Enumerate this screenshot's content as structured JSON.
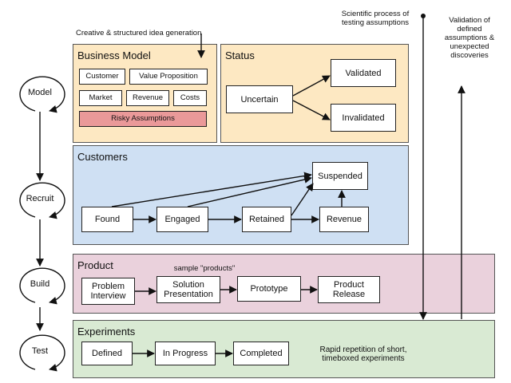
{
  "notes": {
    "idea_generation": "Creative & structured idea generation",
    "scientific_process": "Scientific process of testing assumptions",
    "validation": "Validation of defined assumptions & unexpected discoveries",
    "sample_products": "sample \"products\"",
    "rapid_repetition": "Rapid repetition of short, timeboxed experiments"
  },
  "stages": [
    "Model",
    "Recruit",
    "Build",
    "Test"
  ],
  "business_model": {
    "title": "Business Model",
    "customer": "Customer",
    "value_proposition": "Value Proposition",
    "market": "Market",
    "revenue": "Revenue",
    "costs": "Costs",
    "risky_assumptions": "Risky Assumptions"
  },
  "status": {
    "title": "Status",
    "uncertain": "Uncertain",
    "validated": "Validated",
    "invalidated": "Invalidated"
  },
  "customers": {
    "title": "Customers",
    "found": "Found",
    "engaged": "Engaged",
    "retained": "Retained",
    "revenue": "Revenue",
    "suspended": "Suspended"
  },
  "product": {
    "title": "Product",
    "problem_interview": "Problem Interview",
    "solution_presentation": "Solution Presentation",
    "prototype": "Prototype",
    "product_release": "Product Release"
  },
  "experiments": {
    "title": "Experiments",
    "defined": "Defined",
    "in_progress": "In Progress",
    "completed": "Completed"
  },
  "colors": {
    "business_model_bg": "#fde8c2",
    "customers_bg": "#cfe0f3",
    "product_bg": "#ead1dc",
    "experiments_bg": "#d9ead3",
    "risky_bg": "#ea9999"
  }
}
